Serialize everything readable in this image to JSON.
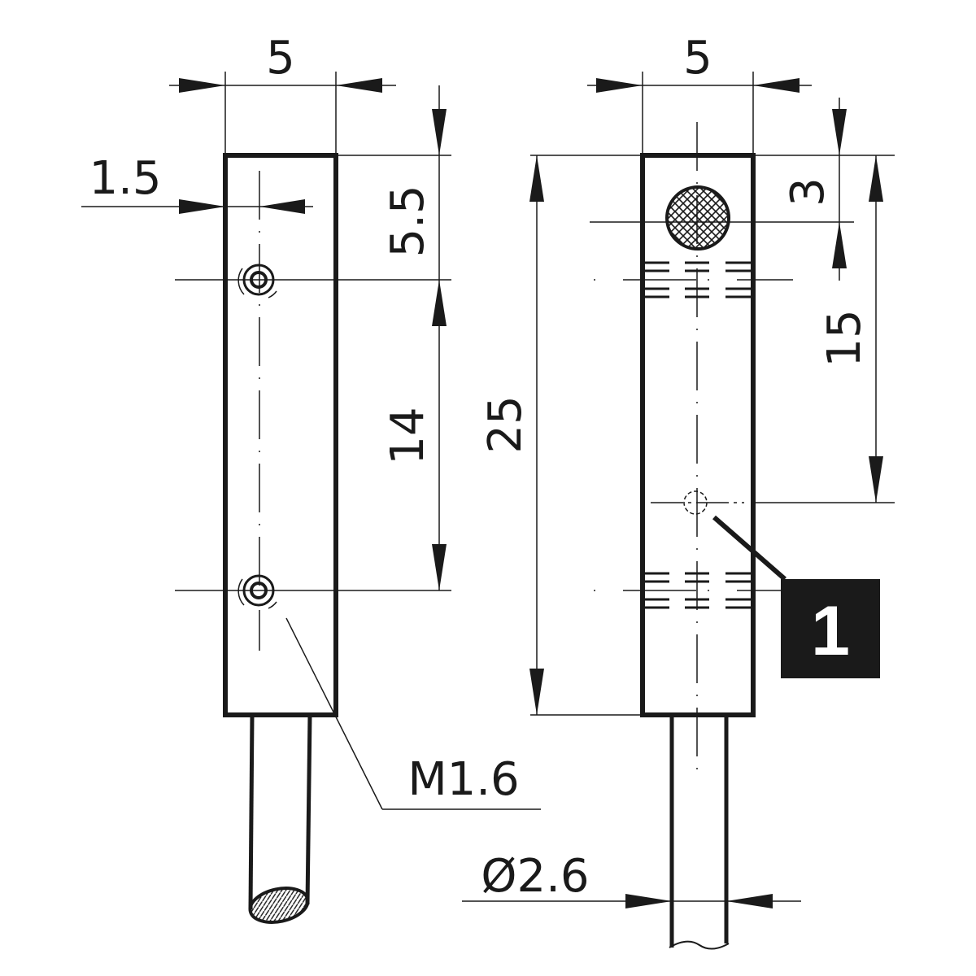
{
  "labels": {
    "left_width": "5",
    "right_width": "5",
    "hole_offset": "1.5",
    "top_to_hole": "5.5",
    "hole_spacing": "14",
    "total_length": "25",
    "sensor_offset": "3",
    "sensor_to_center": "15",
    "thread": "M1.6",
    "cable_diameter": "Ø2.6",
    "callout_number": "1"
  },
  "colors": {
    "ink": "#1a1a1a",
    "callout_fill": "#1a1a1a",
    "callout_text": "#ffffff"
  }
}
